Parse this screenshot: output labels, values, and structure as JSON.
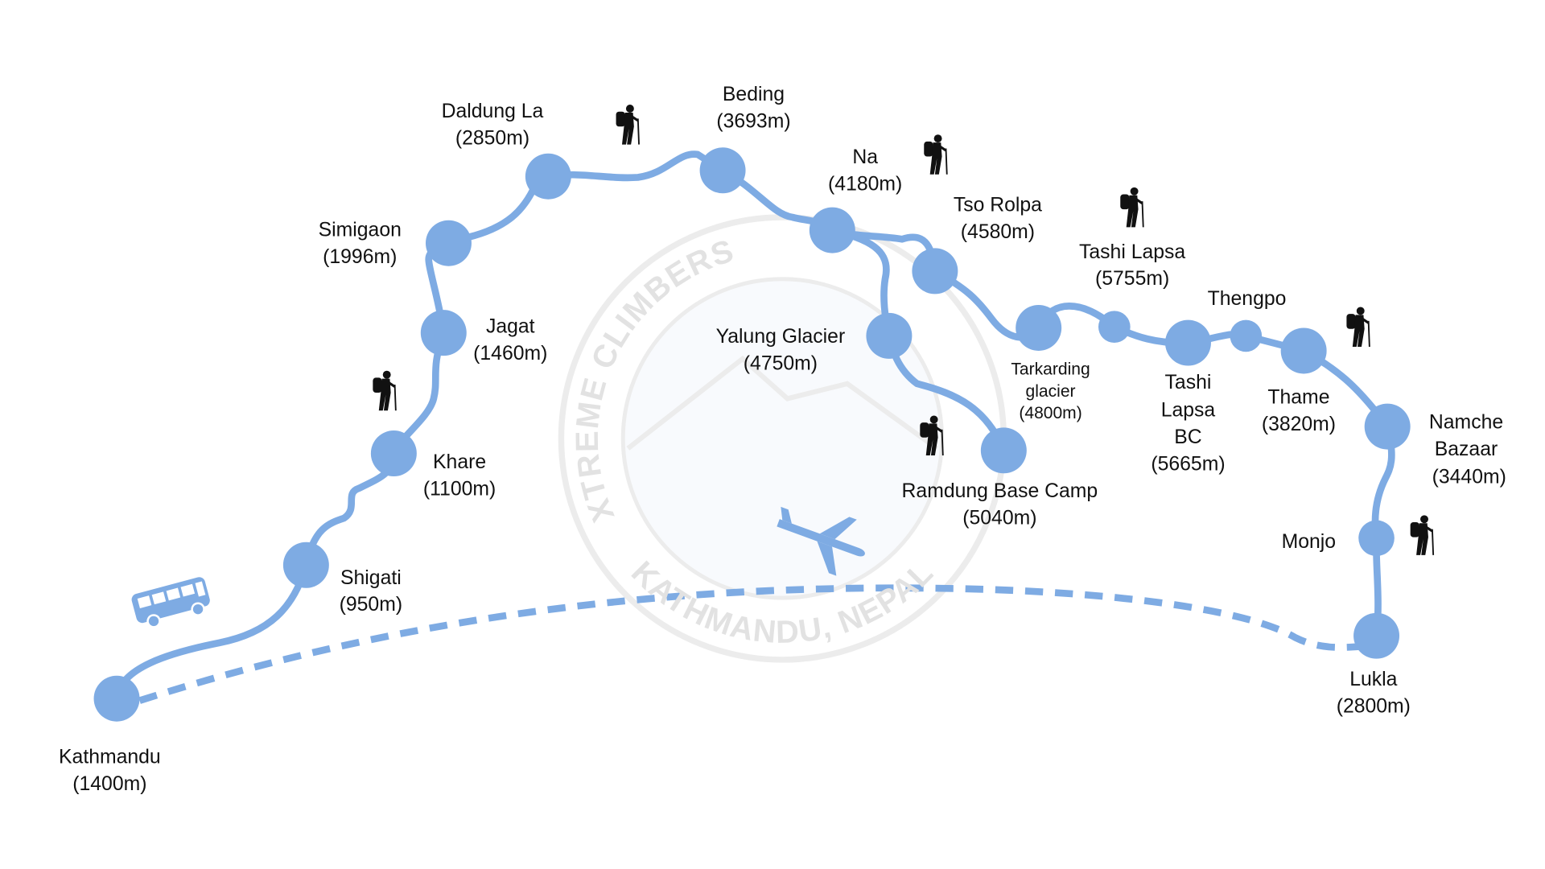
{
  "watermark": {
    "top_text": "XTREME CLIMBERS",
    "bottom_text": "KATHMANDU, NEPAL"
  },
  "colors": {
    "route": "#7eabe3",
    "text": "#111111"
  },
  "stops": {
    "kathmandu": {
      "name": "Kathmandu",
      "alt": "(1400m)"
    },
    "shigati": {
      "name": "Shigati",
      "alt": "(950m)"
    },
    "khare": {
      "name": "Khare",
      "alt": "(1100m)"
    },
    "jagat": {
      "name": "Jagat",
      "alt": "(1460m)"
    },
    "simigaon": {
      "name": "Simigaon",
      "alt": "(1996m)"
    },
    "daldung": {
      "name": "Daldung La",
      "alt": "(2850m)"
    },
    "beding": {
      "name": "Beding",
      "alt": "(3693m)"
    },
    "na": {
      "name": "Na",
      "alt": "(4180m)"
    },
    "yalung": {
      "name": "Yalung Glacier",
      "alt": "(4750m)"
    },
    "ramdung": {
      "name": "Ramdung Base Camp",
      "alt": "(5040m)"
    },
    "tsorolpa": {
      "name": "Tso Rolpa",
      "alt": "(4580m)"
    },
    "tarkarding": {
      "line1": "Tarkarding",
      "line2": "glacier",
      "alt": "(4800m)"
    },
    "tashilapsa": {
      "name": "Tashi Lapsa",
      "alt": "(5755m)"
    },
    "tashilapsabc": {
      "line1": "Tashi",
      "line2": "Lapsa",
      "line3": "BC",
      "alt": "(5665m)"
    },
    "thengpo": {
      "name": "Thengpo"
    },
    "thame": {
      "name": "Thame",
      "alt": "(3820m)"
    },
    "namche": {
      "line1": "Namche",
      "line2": "Bazaar",
      "alt": "(3440m)"
    },
    "monjo": {
      "name": "Monjo"
    },
    "lukla": {
      "name": "Lukla",
      "alt": "(2800m)"
    }
  },
  "icons": [
    "bus-icon",
    "airplane-icon",
    "hiker-icon"
  ]
}
